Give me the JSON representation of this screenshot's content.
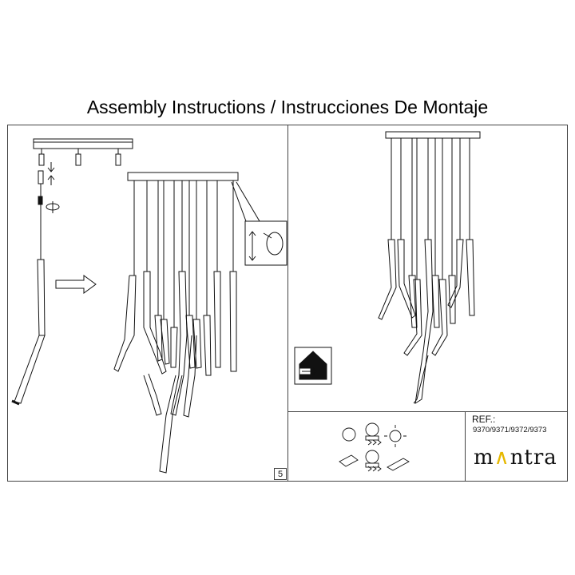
{
  "document": {
    "title": "Assembly Instructions / Instrucciones De Montaje",
    "page_number": "5"
  },
  "footer": {
    "ref_label": "REF.:",
    "ref_numbers": "9370/9371/9372/9373",
    "brand_left": "m",
    "brand_accent": "∧",
    "brand_right": "ntra",
    "icons": [
      "led-bulb-icon",
      "dimmer-icon",
      "led-icon",
      "driver-icon",
      "remote-icon",
      "transformer-icon"
    ]
  }
}
